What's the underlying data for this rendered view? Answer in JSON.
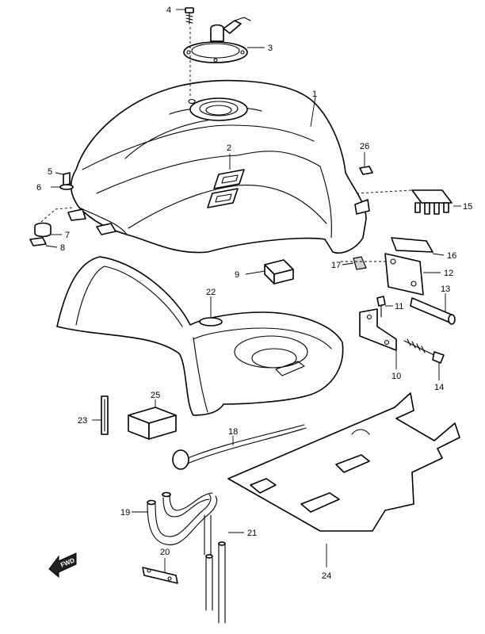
{
  "callouts": {
    "c1": "1",
    "c2": "2",
    "c3": "3",
    "c4": "4",
    "c5": "5",
    "c6": "6",
    "c7": "7",
    "c8": "8",
    "c9": "9",
    "c10": "10",
    "c11": "11",
    "c12": "12",
    "c13": "13",
    "c14": "14",
    "c15": "15",
    "c16": "16",
    "c17": "17",
    "c18": "18",
    "c19": "19",
    "c20": "20",
    "c21": "21",
    "c22": "22",
    "c23": "23",
    "c24": "24",
    "c25": "25",
    "c26": "26"
  },
  "fwd_label": "FWD"
}
